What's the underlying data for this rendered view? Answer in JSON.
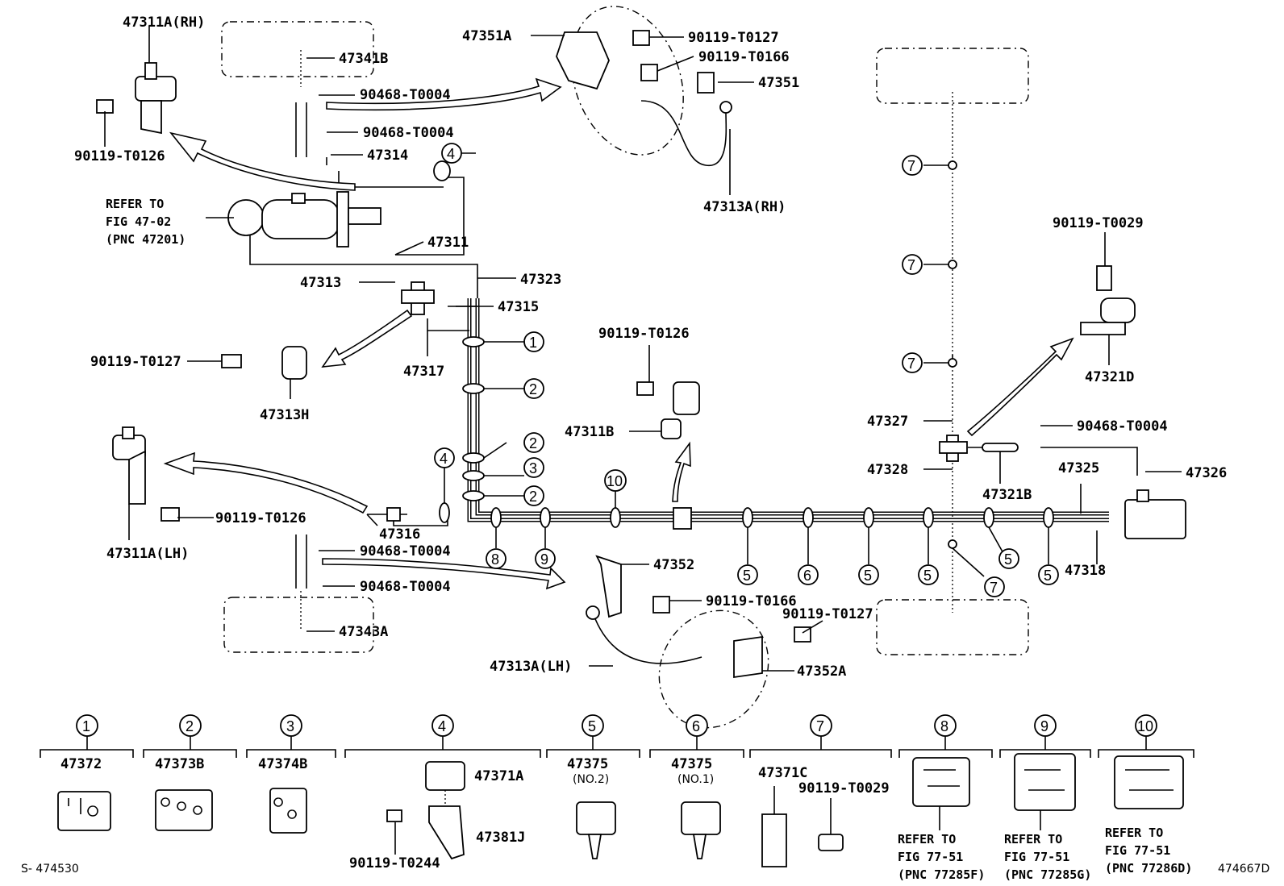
{
  "labels": {
    "p47311A_RH": "47311A(RH)",
    "p47341B": "47341B",
    "p90468_T0004_a": "90468-T0004",
    "p90468_T0004_b": "90468-T0004",
    "p90468_T0004_c": "90468-T0004",
    "p90468_T0004_d": "90468-T0004",
    "p90468_T0004_e": "90468-T0004",
    "p47314": "47314",
    "p90119_T0126_a": "90119-T0126",
    "p90119_T0126_b": "90119-T0126",
    "p90119_T0126_c": "90119-T0126",
    "p47351A": "47351A",
    "p90119_T0127_a": "90119-T0127",
    "p90119_T0127_b": "90119-T0127",
    "p90119_T0127_c": "90119-T0127",
    "p90119_T0166_a": "90119-T0166",
    "p90119_T0166_b": "90119-T0166",
    "p47351": "47351",
    "p47313A_RH": "47313A(RH)",
    "p47311": "47311",
    "p47323": "47323",
    "p47313": "47313",
    "p47315": "47315",
    "p47317": "47317",
    "p47313H": "47313H",
    "p47311B": "47311B",
    "p90119_T0029_a": "90119-T0029",
    "p90119_T0029_b": "90119-T0029",
    "p47321D": "47321D",
    "p47327": "47327",
    "p47328": "47328",
    "p47321B": "47321B",
    "p47325": "47325",
    "p47326": "47326",
    "p47318": "47318",
    "p47316": "47316",
    "p47311A_LH": "47311A(LH)",
    "p47352": "47352",
    "p47343A": "47343A",
    "p47313A_LH": "47313A(LH)",
    "p47352A": "47352A",
    "p47372": "47372",
    "p47373B": "47373B",
    "p47374B": "47374B",
    "p47371A": "47371A",
    "p47381J": "47381J",
    "p90119_T0244": "90119-T0244",
    "p47375_a": "47375",
    "p47375_b": "47375",
    "no2": "(NO.2)",
    "no1": "(NO.1)",
    "p47371C": "47371C"
  },
  "refer_master": [
    "REFER TO",
    "FIG 47-02",
    "(PNC 47201)"
  ],
  "refer_8": [
    "REFER TO",
    "FIG 77-51",
    "(PNC 77285F)"
  ],
  "refer_9": [
    "REFER TO",
    "FIG 77-51",
    "(PNC 77285G)"
  ],
  "refer_10": [
    "REFER TO",
    "FIG 77-51",
    "(PNC 77286D)"
  ],
  "callouts": [
    "1",
    "2",
    "3",
    "4",
    "5",
    "6",
    "7",
    "8",
    "9",
    "10"
  ],
  "footer": {
    "left": "S- 474530",
    "right": "474667D"
  }
}
